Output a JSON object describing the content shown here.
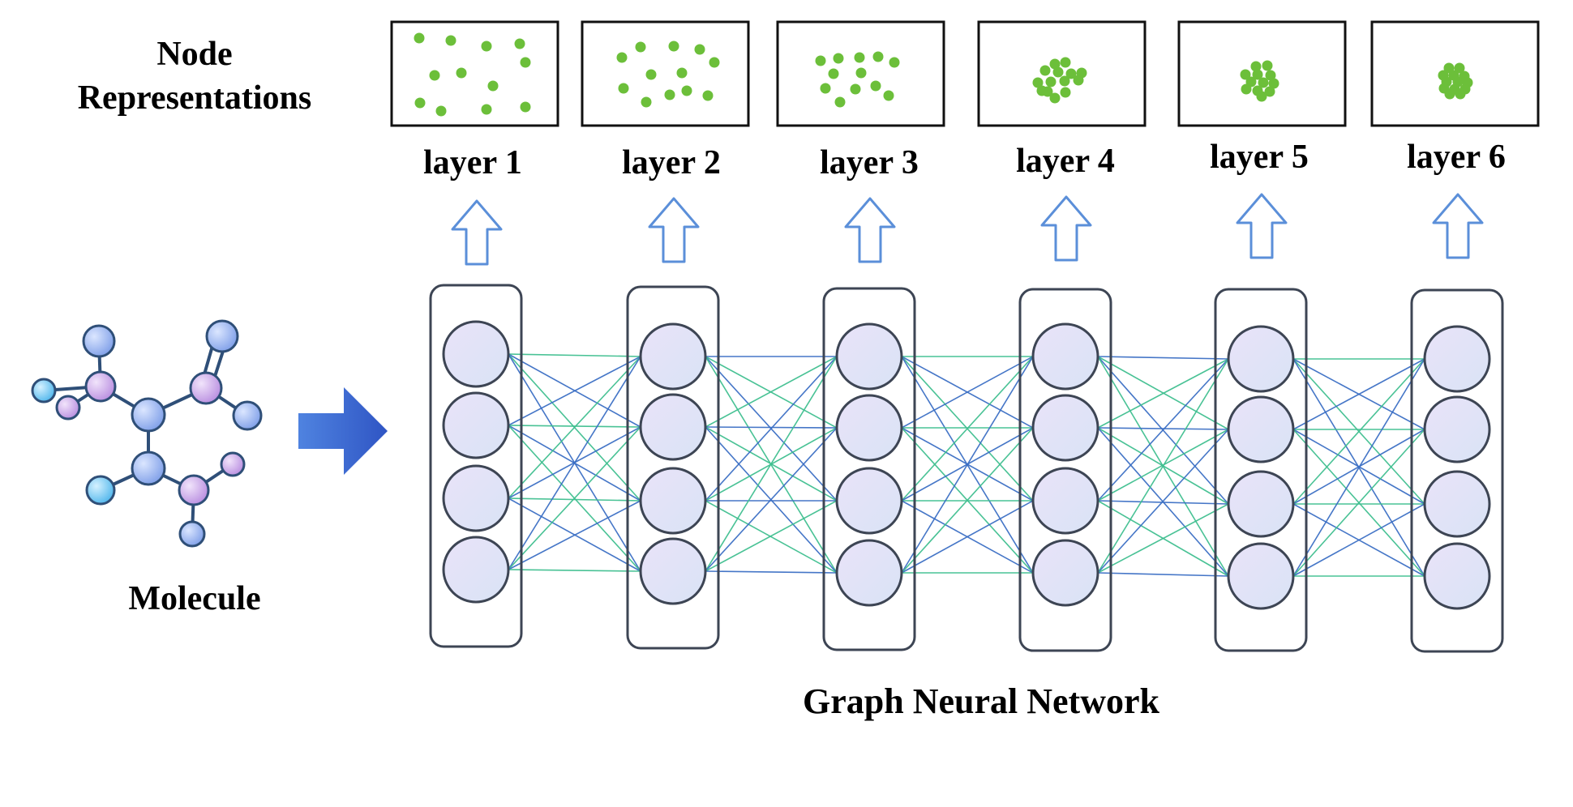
{
  "header": {
    "node_rep_line1": "Node",
    "node_rep_line2": "Representations"
  },
  "molecule": {
    "label": "Molecule"
  },
  "network": {
    "label": "Graph Neural Network"
  },
  "layers": [
    {
      "label": "layer 1"
    },
    {
      "label": "layer 2"
    },
    {
      "label": "layer 3"
    },
    {
      "label": "layer 4"
    },
    {
      "label": "layer 5"
    },
    {
      "label": "layer 6"
    }
  ],
  "colors": {
    "point": "#6cbf3a",
    "neuron_fill": "#e4e0f6",
    "neuron_stroke": "#3d4554",
    "edge_green": "#3fbf8f",
    "edge_blue": "#3b6fc4",
    "up_arrow": "#5b8fd9",
    "big_arrow": "#3a67cf",
    "atom_blue": "#8fb0f0",
    "atom_purple": "#c7a4e6",
    "atom_cyan": "#6fc6f0",
    "bond": "#2f4f78"
  },
  "icons": [
    "up-arrow-icon",
    "right-arrow-icon",
    "molecule-icon"
  ]
}
